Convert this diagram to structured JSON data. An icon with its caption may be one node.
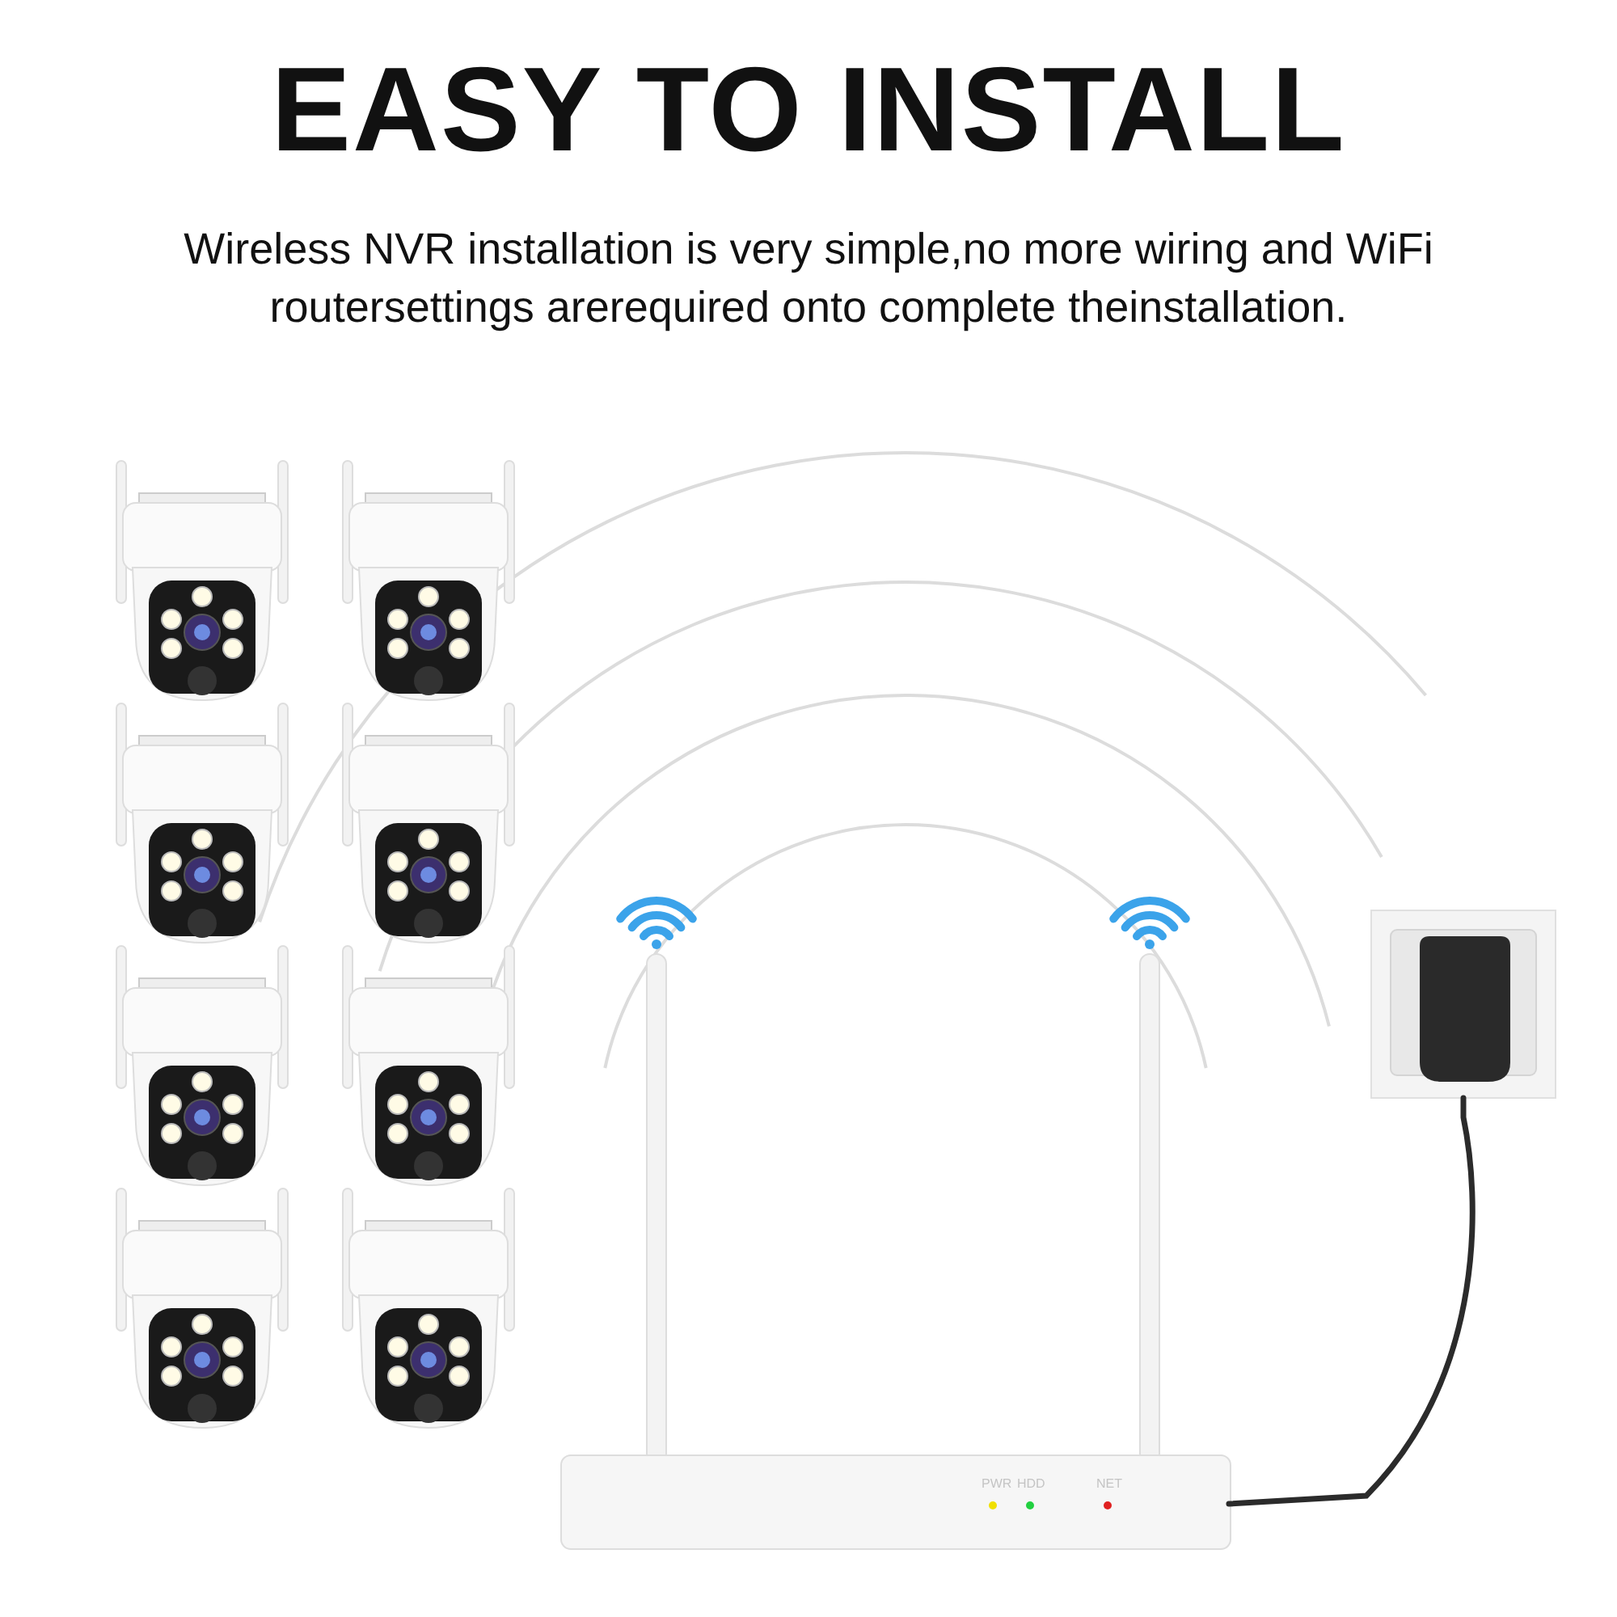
{
  "diagram": {
    "title": "EASY TO INSTALL",
    "nodes": [
      {
        "text": [],
        "shape": "picture"
      },
      {
        "text": [],
        "shape": "picture"
      },
      {
        "text": [],
        "shape": "picture"
      },
      {
        "text": [],
        "shape": "picture"
      },
      {
        "text": [],
        "shape": "picture"
      },
      {
        "text": [],
        "shape": "picture"
      },
      {
        "text": [],
        "shape": "picture"
      },
      {
        "text": [],
        "shape": "picture"
      },
      {
        "text": [],
        "shape": "picture"
      },
      {
        "text": [],
        "shape": "picture"
      }
    ],
    "edges": [
      {
        "from": 9,
        "to": 8,
        "arrow": "none"
      }
    ],
    "labels": [
      "Wireless NVR installation is very simple,no more wiring and WiFi routersettings arerequired onto complete theinstallation.",
      "PWR",
      "HDD",
      "NET"
    ]
  }
}
